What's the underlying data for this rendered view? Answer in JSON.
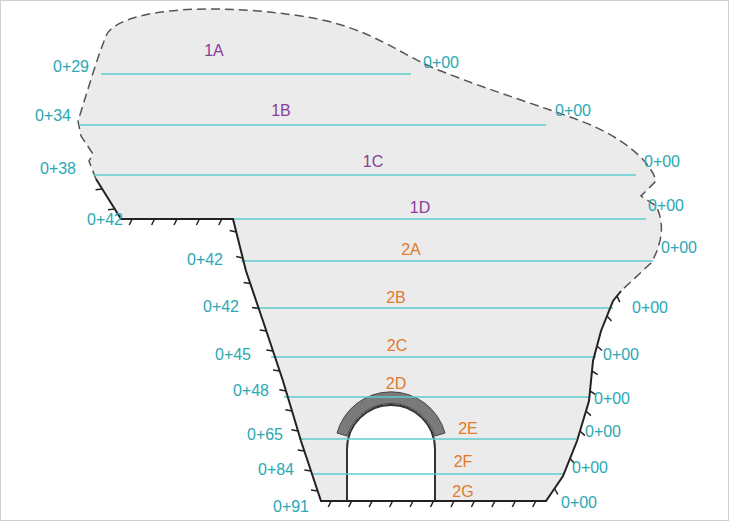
{
  "diagram": {
    "labels": [
      "0+29",
      "1A",
      "0+00",
      "0+34",
      "1B",
      "0+00",
      "0+38",
      "1C",
      "0+00",
      "0+42",
      "1D",
      "0+00",
      "0+42",
      "2A",
      "0+00",
      "0+42",
      "2B",
      "0+00",
      "0+45",
      "2C",
      "0+00",
      "0+48",
      "2D",
      "0+00",
      "0+65",
      "2E",
      "0+00",
      "0+84",
      "2F",
      "0+00",
      "0+91",
      "2G",
      "0+00"
    ]
  }
}
